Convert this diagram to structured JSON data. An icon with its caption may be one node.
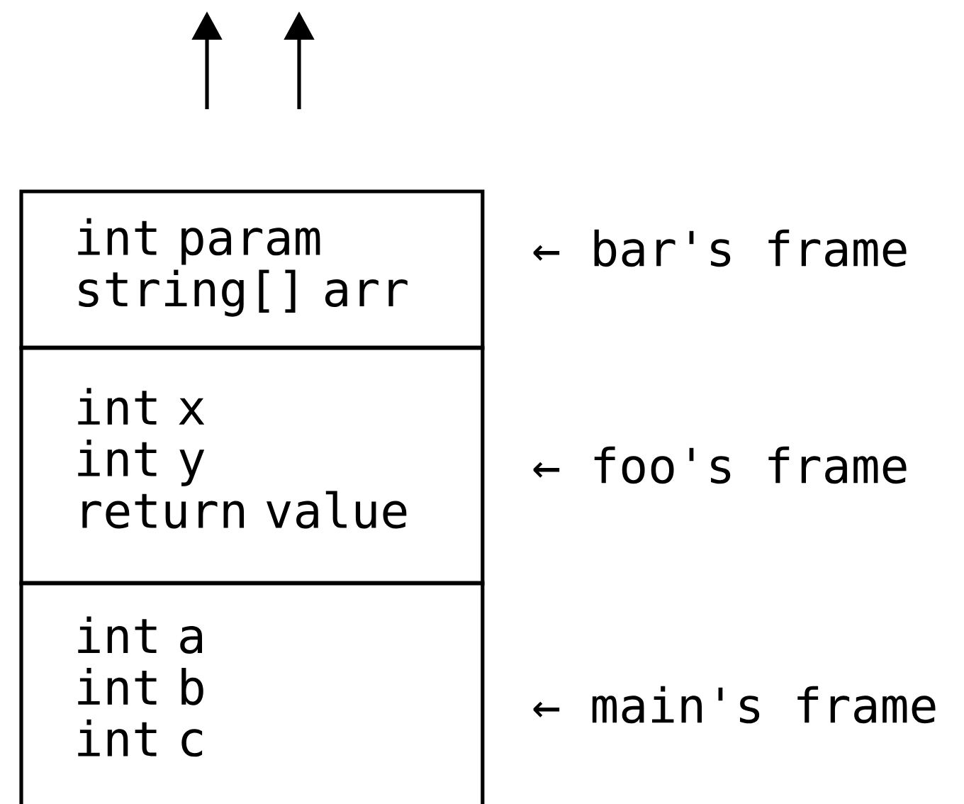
{
  "diagram": {
    "nodes": [
      {
        "text": [
          "int param",
          "string[] arr"
        ],
        "beside": [
          "← bar's frame"
        ]
      },
      {
        "text": [
          "int x",
          "int y",
          "return value"
        ],
        "beside": [
          "← foo's frame"
        ]
      },
      {
        "text": [
          "int a",
          "int b",
          "int c"
        ],
        "beside": [
          "← main's frame"
        ]
      }
    ]
  }
}
